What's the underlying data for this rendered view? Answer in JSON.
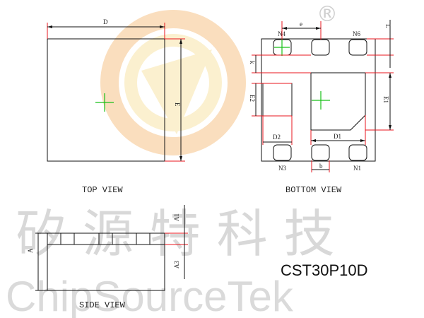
{
  "watermark": {
    "chinese": "矽 源 特 科 技",
    "english": "ChipSourceTek",
    "registered_mark": "®"
  },
  "views": {
    "top": "TOP VIEW",
    "bottom": "BOTTOM  VIEW",
    "side": "SIDE VIEW"
  },
  "dimensions": {
    "D": "D",
    "E": "E",
    "e": "e",
    "L": "L",
    "k": "k",
    "E2": "E2",
    "E1": "E1",
    "D2": "D2",
    "D1": "D1",
    "b": "b",
    "A1": "A1",
    "A": "A",
    "A3": "A3"
  },
  "pins": {
    "n4": "N4",
    "n6": "N6",
    "n3": "N3",
    "n1": "N1"
  },
  "part_number": "CST30P10D",
  "colors": {
    "outline": "#111111",
    "dimension_line": "#e8141c",
    "center_mark": "#18c018",
    "watermark_logo_orange": "#f6c48a",
    "watermark_logo_yellow": "#f8e4a8"
  }
}
